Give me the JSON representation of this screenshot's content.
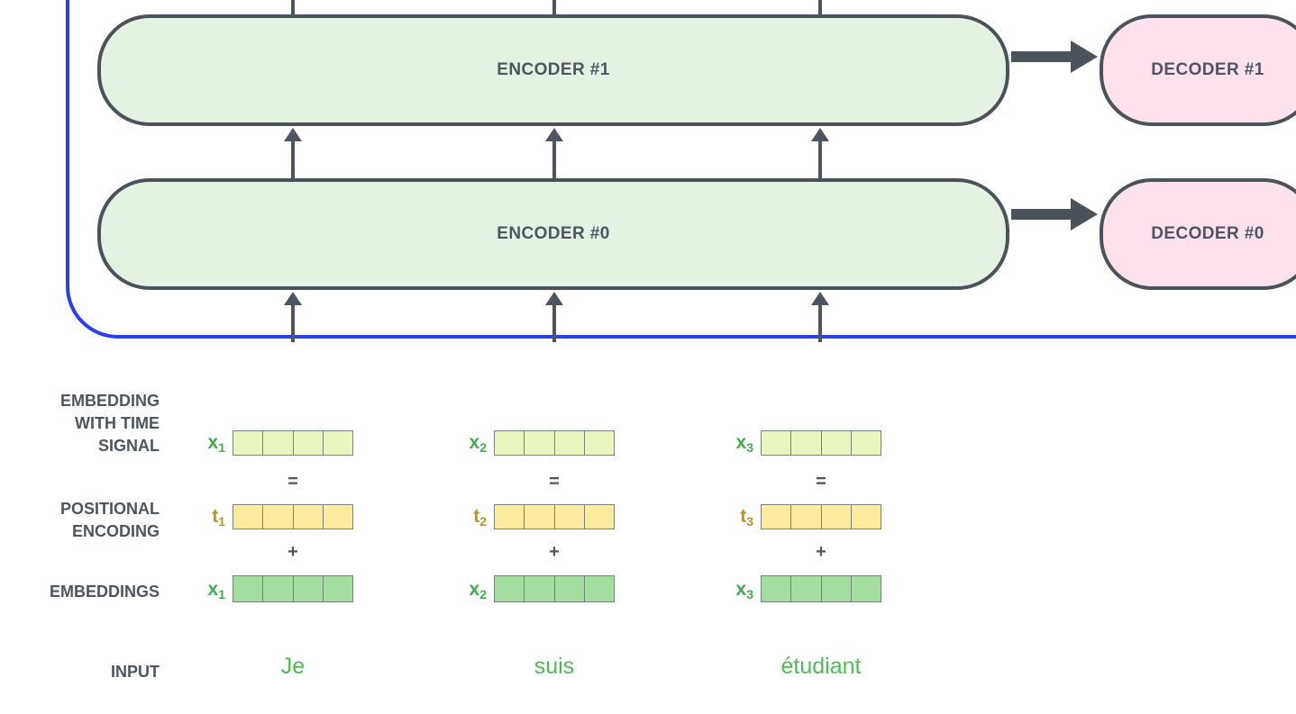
{
  "stack": {
    "encoders": [
      {
        "label": "ENCODER #1"
      },
      {
        "label": "ENCODER #0"
      }
    ],
    "decoders": [
      {
        "label": "DECODER #1"
      },
      {
        "label": "DECODER #0"
      }
    ]
  },
  "row_labels": {
    "embedding_with_time_signal": [
      "EMBEDDING",
      "WITH TIME",
      "SIGNAL"
    ],
    "positional_encoding": [
      "POSITIONAL",
      "ENCODING"
    ],
    "embeddings": "EMBEDDINGS",
    "input": "INPUT"
  },
  "operators": {
    "equals": "=",
    "plus": "+"
  },
  "columns": [
    {
      "time_signal_label": {
        "base": "x",
        "sub": "1"
      },
      "positional_label": {
        "base": "t",
        "sub": "1"
      },
      "embedding_label": {
        "base": "x",
        "sub": "1"
      },
      "input_word": "Je",
      "cells_per_vector": 4
    },
    {
      "time_signal_label": {
        "base": "x",
        "sub": "2"
      },
      "positional_label": {
        "base": "t",
        "sub": "2"
      },
      "embedding_label": {
        "base": "x",
        "sub": "2"
      },
      "input_word": "suis",
      "cells_per_vector": 4
    },
    {
      "time_signal_label": {
        "base": "x",
        "sub": "3"
      },
      "positional_label": {
        "base": "t",
        "sub": "3"
      },
      "embedding_label": {
        "base": "x",
        "sub": "3"
      },
      "input_word": "étudiant",
      "cells_per_vector": 4
    }
  ],
  "colors": {
    "encoder_fill": "#e4f3e1",
    "decoder_fill": "#fde2ee",
    "box_border": "#4a525c",
    "stack_outline_blue": "#2b3ff2",
    "arrow": "#4d5560",
    "label_text": "#4d5562",
    "x_label_green": "#3fae4a",
    "t_label_gold": "#c2941a",
    "input_word_green": "#4dbd52",
    "vector_time_signal_fill": "#e9f6bd",
    "vector_positional_fill": "#fdeb9e",
    "vector_embedding_fill": "#a2df9e"
  }
}
